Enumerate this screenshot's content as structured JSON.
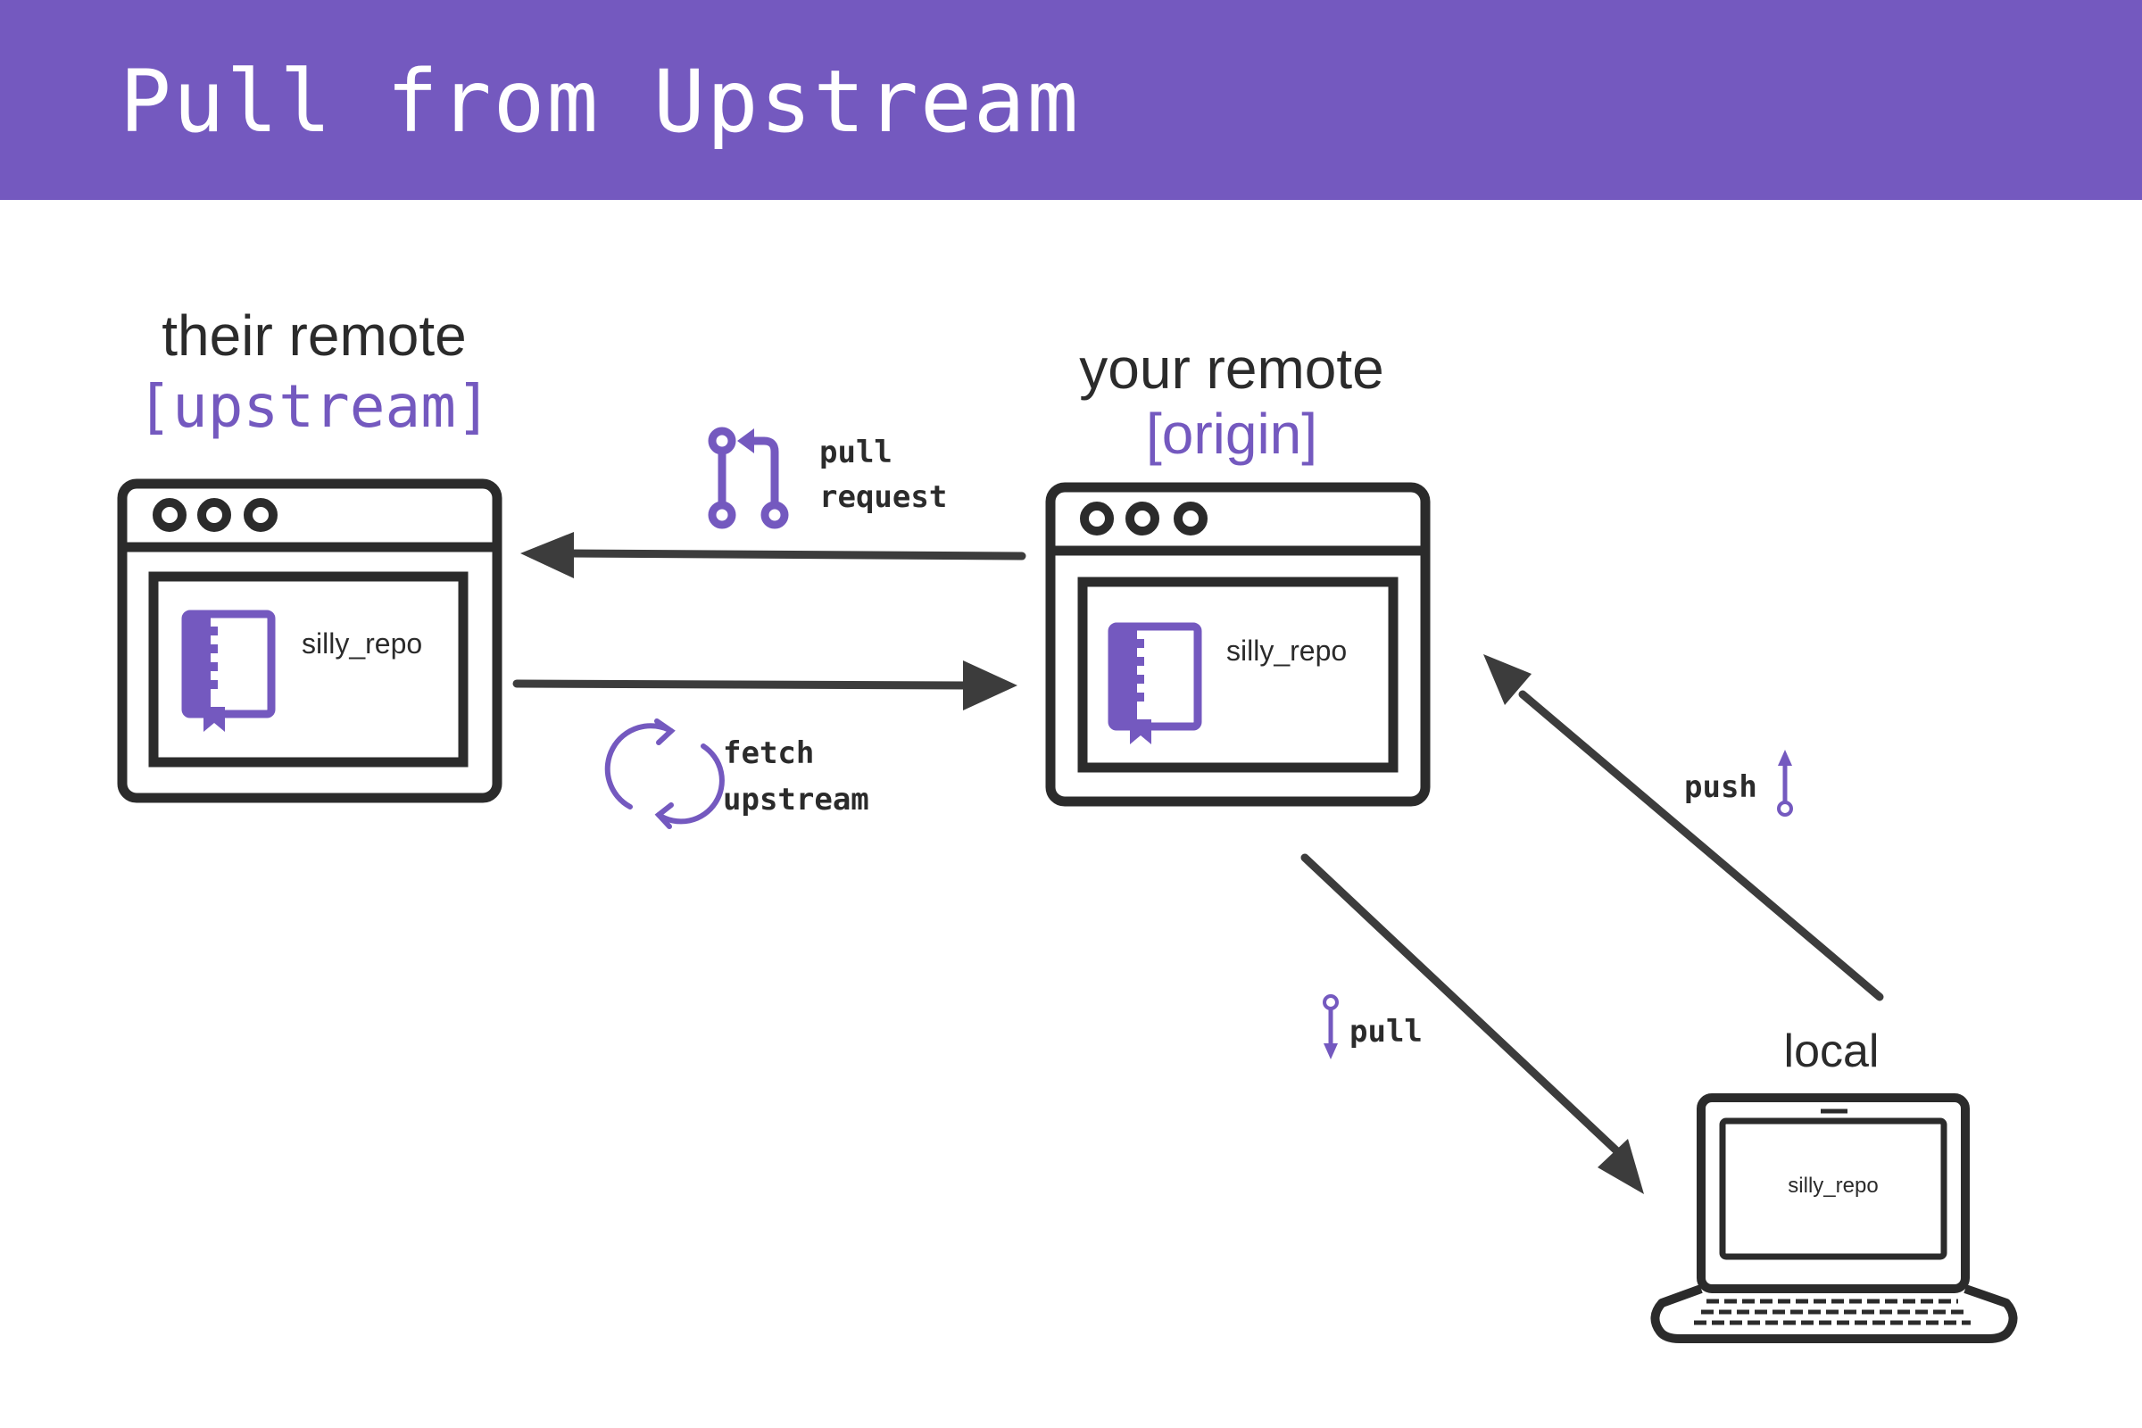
{
  "header": {
    "title": "Pull from Upstream"
  },
  "nodes": {
    "upstream": {
      "heading": "their remote",
      "subheading": "[upstream]",
      "repo": "silly_repo"
    },
    "origin": {
      "heading": "your remote",
      "subheading": "[origin]",
      "repo": "silly_repo"
    },
    "local": {
      "heading": "local",
      "repo": "silly_repo"
    }
  },
  "edges": {
    "pull_request": {
      "line1": "pull",
      "line2": "request",
      "icon": "git-pull-request-icon"
    },
    "fetch_upstream": {
      "line1": "fetch",
      "line2": "upstream",
      "icon": "sync-icon"
    },
    "push": {
      "label": "push",
      "icon": "push-arrow-icon"
    },
    "pull": {
      "label": "pull",
      "icon": "pull-arrow-icon"
    }
  },
  "colors": {
    "accent": "#7459bf",
    "ink": "#2b2b2b",
    "arrow": "#3c3c3c",
    "background": "#ffffff"
  }
}
